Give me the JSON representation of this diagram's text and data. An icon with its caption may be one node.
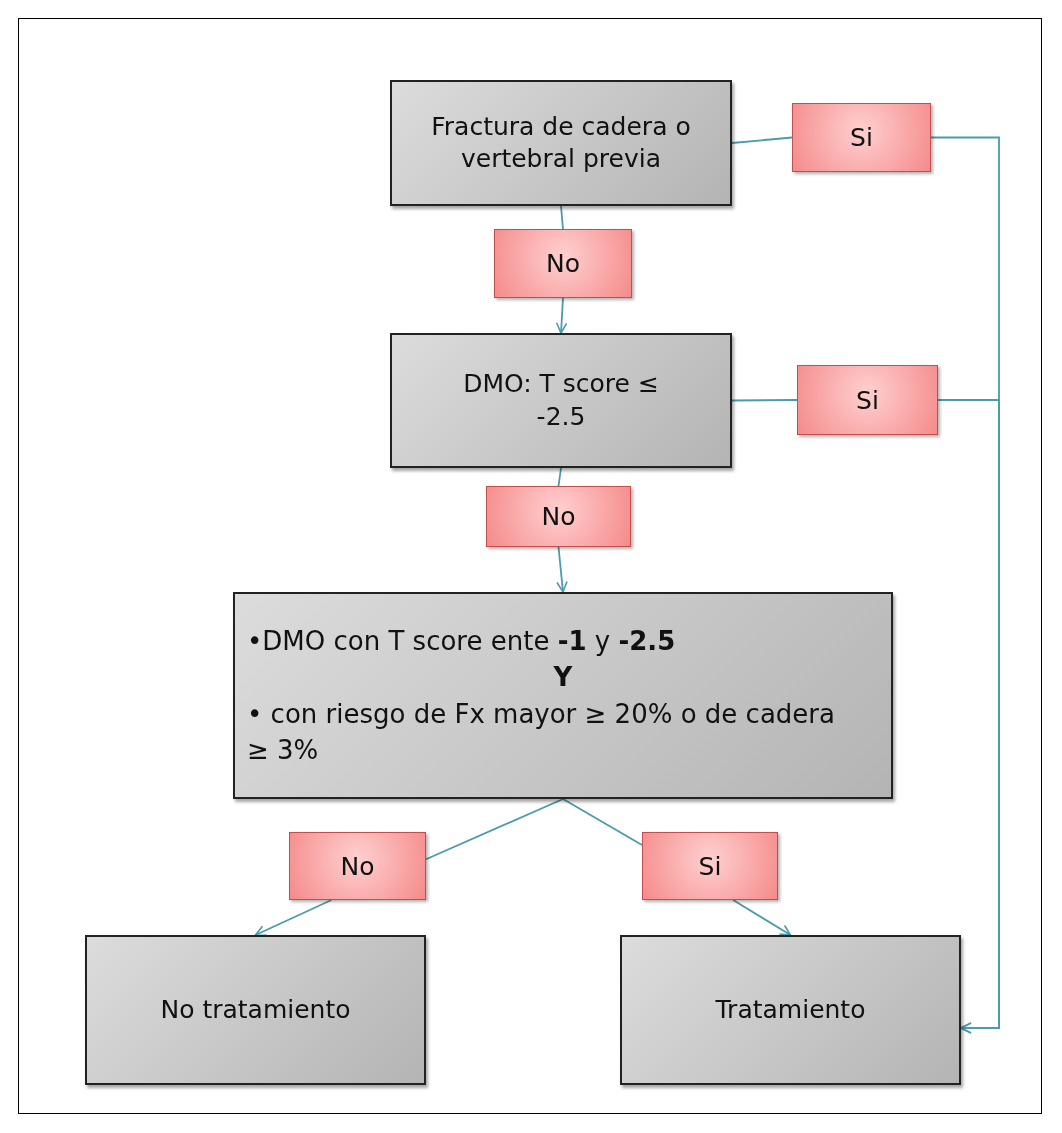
{
  "diagram": {
    "nodes": [
      {
        "text": [
          "Fractura de cadera o vertebral previa"
        ]
      },
      {
        "text": [
          "Si"
        ]
      },
      {
        "text": [
          "No"
        ]
      },
      {
        "text": [
          "DMO: T score ≤ -2.5"
        ]
      },
      {
        "text": [
          "Si"
        ]
      },
      {
        "text": [
          "No"
        ]
      },
      {
        "text": [
          "•DMO con T score ente **-1** y **-2.5**",
          "Y",
          "• con riesgo de Fx mayor ≥ 20% o de cadera ≥ 3%"
        ]
      },
      {
        "text": [
          "No"
        ]
      },
      {
        "text": [
          "Si"
        ]
      },
      {
        "text": [
          "No tratamiento"
        ]
      },
      {
        "text": [
          "Tratamiento"
        ]
      }
    ],
    "edges": [
      {
        "from": 0,
        "to": 1,
        "arrow": "none"
      },
      {
        "from": 1,
        "to": 10,
        "arrow": "to"
      },
      {
        "from": 0,
        "to": 2,
        "arrow": "none"
      },
      {
        "from": 2,
        "to": 3,
        "arrow": "to"
      },
      {
        "from": 3,
        "to": 4,
        "arrow": "none"
      },
      {
        "from": 4,
        "to": 10,
        "arrow": "to"
      },
      {
        "from": 3,
        "to": 5,
        "arrow": "none"
      },
      {
        "from": 5,
        "to": 6,
        "arrow": "to"
      },
      {
        "from": 6,
        "to": 7,
        "arrow": "none"
      },
      {
        "from": 7,
        "to": 9,
        "arrow": "to"
      },
      {
        "from": 6,
        "to": 8,
        "arrow": "none"
      },
      {
        "from": 8,
        "to": 10,
        "arrow": "to"
      }
    ]
  }
}
